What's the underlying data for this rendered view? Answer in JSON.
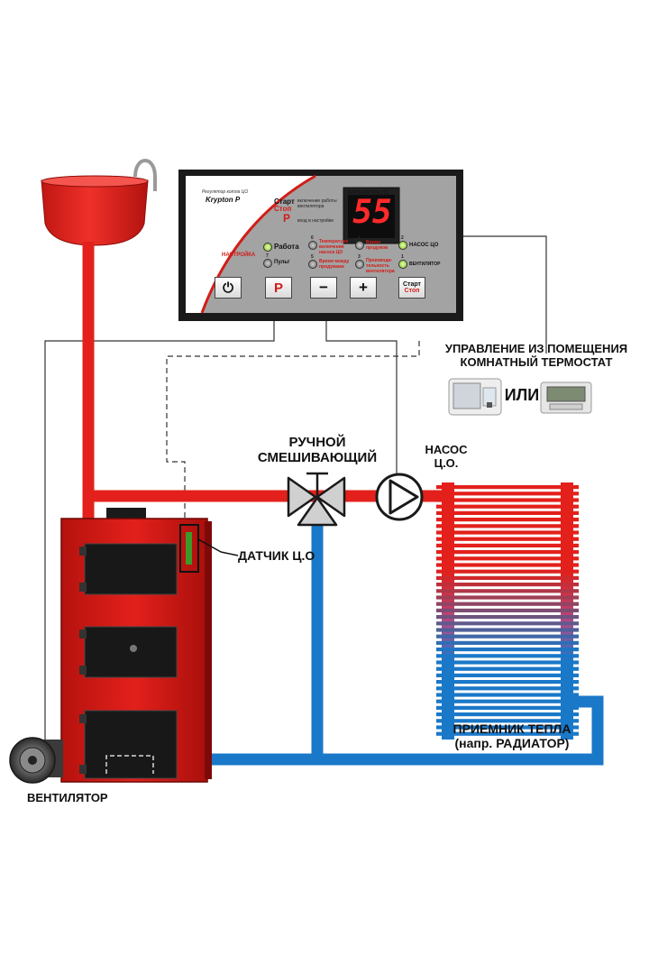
{
  "labels": {
    "room_control_1": "УПРАВЛЕНИЕ ИЗ ПОМЕЩЕНИЯ",
    "room_control_2": "КОМНАТНЫЙ ТЕРМОСТАТ",
    "or": "ИЛИ",
    "mixing_valve_1": "РУЧНОЙ",
    "mixing_valve_2": "СМЕШИВАЮЩИЙ",
    "pump_1": "НАСОС",
    "pump_2": "Ц.О.",
    "sensor": "ДАТЧИК Ц.О",
    "receiver_1": "ПРИЕМНИК ТЕПЛА",
    "receiver_2": "(напр. РАДИАТОР)",
    "fan": "ВЕНТИЛЯТОР"
  },
  "controller": {
    "subtitle": "Регулятор котла ЦО",
    "model": "Krypton P",
    "temp_title": "ТЕМПЕРАТУРА [°C]",
    "display_value": "55",
    "start_word": "Старт",
    "stop_word": "Стоп",
    "start_desc_1": "включение работы",
    "start_desc_2": "вентилятора",
    "p_desc": "вход в настройки",
    "setup": "НАСТРОЙКА",
    "led_work": "Работа",
    "led_remote": "Пульт",
    "led_pump_temp_1": "Температура",
    "led_pump_temp_2": "включения",
    "led_pump_temp_3": "насоса ЦО",
    "led_purge_time_1": "Время",
    "led_purge_time_2": "продувов",
    "led_purge_interval_1": "Время между",
    "led_purge_interval_2": "продувами",
    "led_fan_power_1": "Производи-",
    "led_fan_power_2": "тельность",
    "led_fan_power_3": "вентилятора",
    "led_pump": "НАСОС ЦО",
    "led_fan": "ВЕНТИЛЯТОР",
    "btn_p": "P",
    "btn_minus": "−",
    "btn_plus": "+",
    "btn_start": "Старт",
    "btn_stop": "Стоп",
    "num_1": "1",
    "num_2": "2",
    "num_3": "3",
    "num_4": "4",
    "num_5": "5",
    "num_6": "6",
    "num_7": "7"
  },
  "colors": {
    "hot": "#e3201b",
    "cold": "#1a78c8",
    "panel": "#9c9c9c",
    "display_digits": "#ff2a2a"
  }
}
